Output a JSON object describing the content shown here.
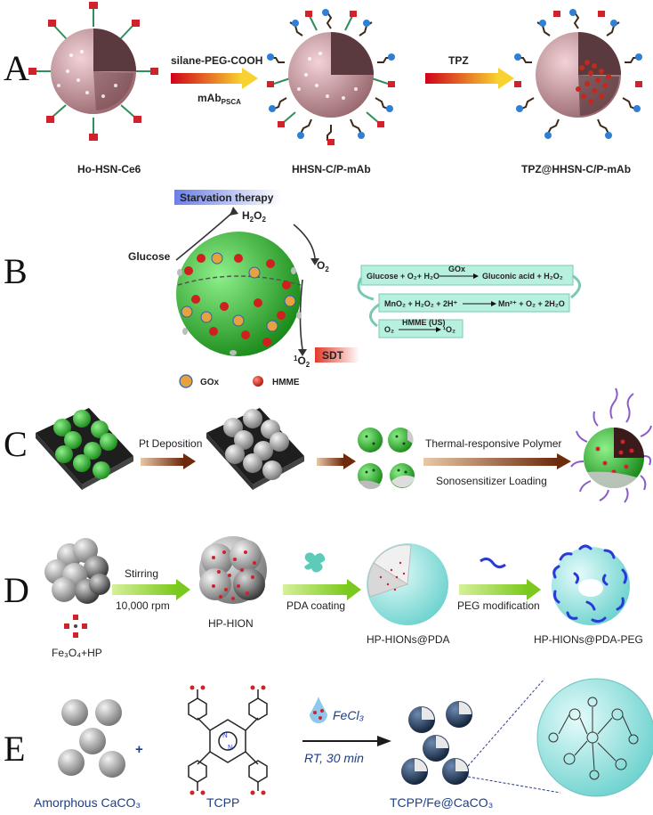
{
  "panels": {
    "A": {
      "letter": "A",
      "arrow1_top": "silane-PEG-COOH",
      "arrow1_bottom_main": "mAb",
      "arrow1_bottom_sub": "PSCA",
      "arrow2_top": "TPZ",
      "label1": "Ho-HSN-Ce6",
      "label2": "HHSN-C/P-mAb",
      "label3": "TPZ@HHSN-C/P-mAb"
    },
    "B": {
      "letter": "B",
      "starvation": "Starvation therapy",
      "h2o2_main": "H",
      "h2o2_sub1": "2",
      "h2o2_mid": "O",
      "h2o2_sub2": "2",
      "glucose": "Glucose",
      "o2_main": "O",
      "o2_sub": "2",
      "singlet_sup": "1",
      "singlet_main": "O",
      "singlet_sub": "2",
      "sdt": "SDT",
      "legend_gox": "GOx",
      "legend_hmme": "HMME",
      "eq1_left": "Glucose + O₂+ H₂O",
      "eq1_cat": "GOx",
      "eq1_right": "Gluconic acid + H₂O₂",
      "eq2_left": "MnO₂ + H₂O₂ + 2H⁺",
      "eq2_right": "Mn²⁺ + O₂ + 2H₂O",
      "eq3_left": "O₂",
      "eq3_cat": "HMME (US)",
      "eq3_right": "¹O₂"
    },
    "C": {
      "letter": "C",
      "step1": "Pt Deposition",
      "step3_top": "Thermal-responsive Polymer",
      "step3_bottom": "Sonosensitizer Loading"
    },
    "D": {
      "letter": "D",
      "stir1": "Stirring",
      "stir2": "10,000 rpm",
      "pda": "PDA coating",
      "peg": "PEG modification",
      "label1": "Fe₃O₄+HP",
      "label2": "HP-HION",
      "label3": "HP-HIONs@PDA",
      "label4": "HP-HIONs@PDA-PEG"
    },
    "E": {
      "letter": "E",
      "plus": "+",
      "reagent": "FeCl₃",
      "condition": "RT, 30 min",
      "label1": "Amorphous CaCO₃",
      "label2": "TCPP",
      "label3": "TCPP/Fe@CaCO₃"
    }
  },
  "colors": {
    "arrow_orange": "#f5a623",
    "arrow_red": "#d0021b",
    "arrow_brown": "#7a3b1a",
    "arrow_green": "#8ed12e",
    "sphere_green": "#2db52d",
    "eq_box": "#b8f0e0",
    "starvation_bg": "#9aa8ee",
    "sdt_bg": "#f0463a",
    "pink_shell": "#c99aa0",
    "cyan_sphere": "#9ee8e6"
  }
}
